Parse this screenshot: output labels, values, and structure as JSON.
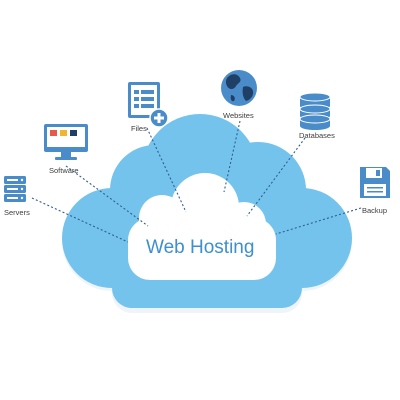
{
  "diagram": {
    "title": "Web Hosting",
    "items": {
      "servers": {
        "label": "Servers",
        "icon": "server-icon"
      },
      "software": {
        "label": "Software",
        "icon": "monitor-icon"
      },
      "files": {
        "label": "Files",
        "icon": "add-file-icon"
      },
      "websites": {
        "label": "Websites",
        "icon": "globe-icon"
      },
      "databases": {
        "label": "Databases",
        "icon": "database-icon"
      },
      "backup": {
        "label": "Backup",
        "icon": "floppy-disk-icon"
      }
    }
  },
  "colors": {
    "cloud_outer": "#73c3ed",
    "cloud_inner": "#ffffff",
    "icon_blue": "#4a8cc9",
    "title": "#3d8fcf",
    "connector": "#2f5f8f"
  }
}
